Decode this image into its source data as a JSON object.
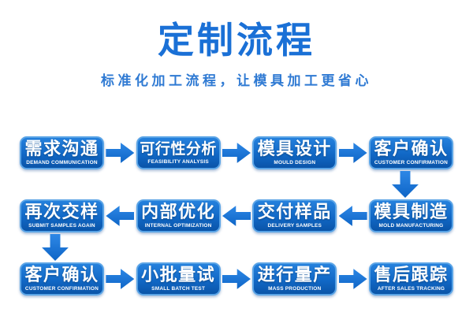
{
  "header": {
    "title": "定制流程",
    "subtitle": "标准化加工流程，让模具加工更省心"
  },
  "colors": {
    "title_blue": "#1a70d6",
    "subtitle_blue": "#2f7ad3",
    "box_border": "#5aa4e6",
    "box_fill_top": "#2581dd",
    "box_fill_bottom": "#0a54a8",
    "arrow_blue": "#1373d8",
    "step_text": "#ffffff",
    "background": "#ffffff"
  },
  "flowchart": {
    "rows": [
      {
        "arrow_direction": "right",
        "boxes": [
          {
            "title": "需求沟通",
            "subtitle": "DEMAND COMMUNICATION"
          },
          {
            "title": "可行性分析",
            "subtitle": "FEASIBILITY ANALYSIS"
          },
          {
            "title": "模具设计",
            "subtitle": "MOULD DESIGN"
          },
          {
            "title": "客户确认",
            "subtitle": "CUSTOMER CONFIRMATION"
          }
        ]
      },
      {
        "arrow_direction": "left",
        "boxes": [
          {
            "title": "再次交样",
            "subtitle": "SUBMIT SAMPLES AGAIN"
          },
          {
            "title": "内部优化",
            "subtitle": "INTERNAL OPTIMIZATION"
          },
          {
            "title": "交付样品",
            "subtitle": "DELIVERY SAMPLES"
          },
          {
            "title": "模具制造",
            "subtitle": "MOLD MANUFACTURING"
          }
        ]
      },
      {
        "arrow_direction": "right",
        "boxes": [
          {
            "title": "客户确认",
            "subtitle": "CUSTOMER CONFIRMATION"
          },
          {
            "title": "小批量试",
            "subtitle": "SMALL BATCH TEST"
          },
          {
            "title": "进行量产",
            "subtitle": "MASS PRODUCTION"
          },
          {
            "title": "售后跟踪",
            "subtitle": "AFTER SALES TRACKING"
          }
        ]
      }
    ],
    "connectors": [
      {
        "after_row": 0,
        "side": "right"
      },
      {
        "after_row": 1,
        "side": "left"
      }
    ]
  }
}
